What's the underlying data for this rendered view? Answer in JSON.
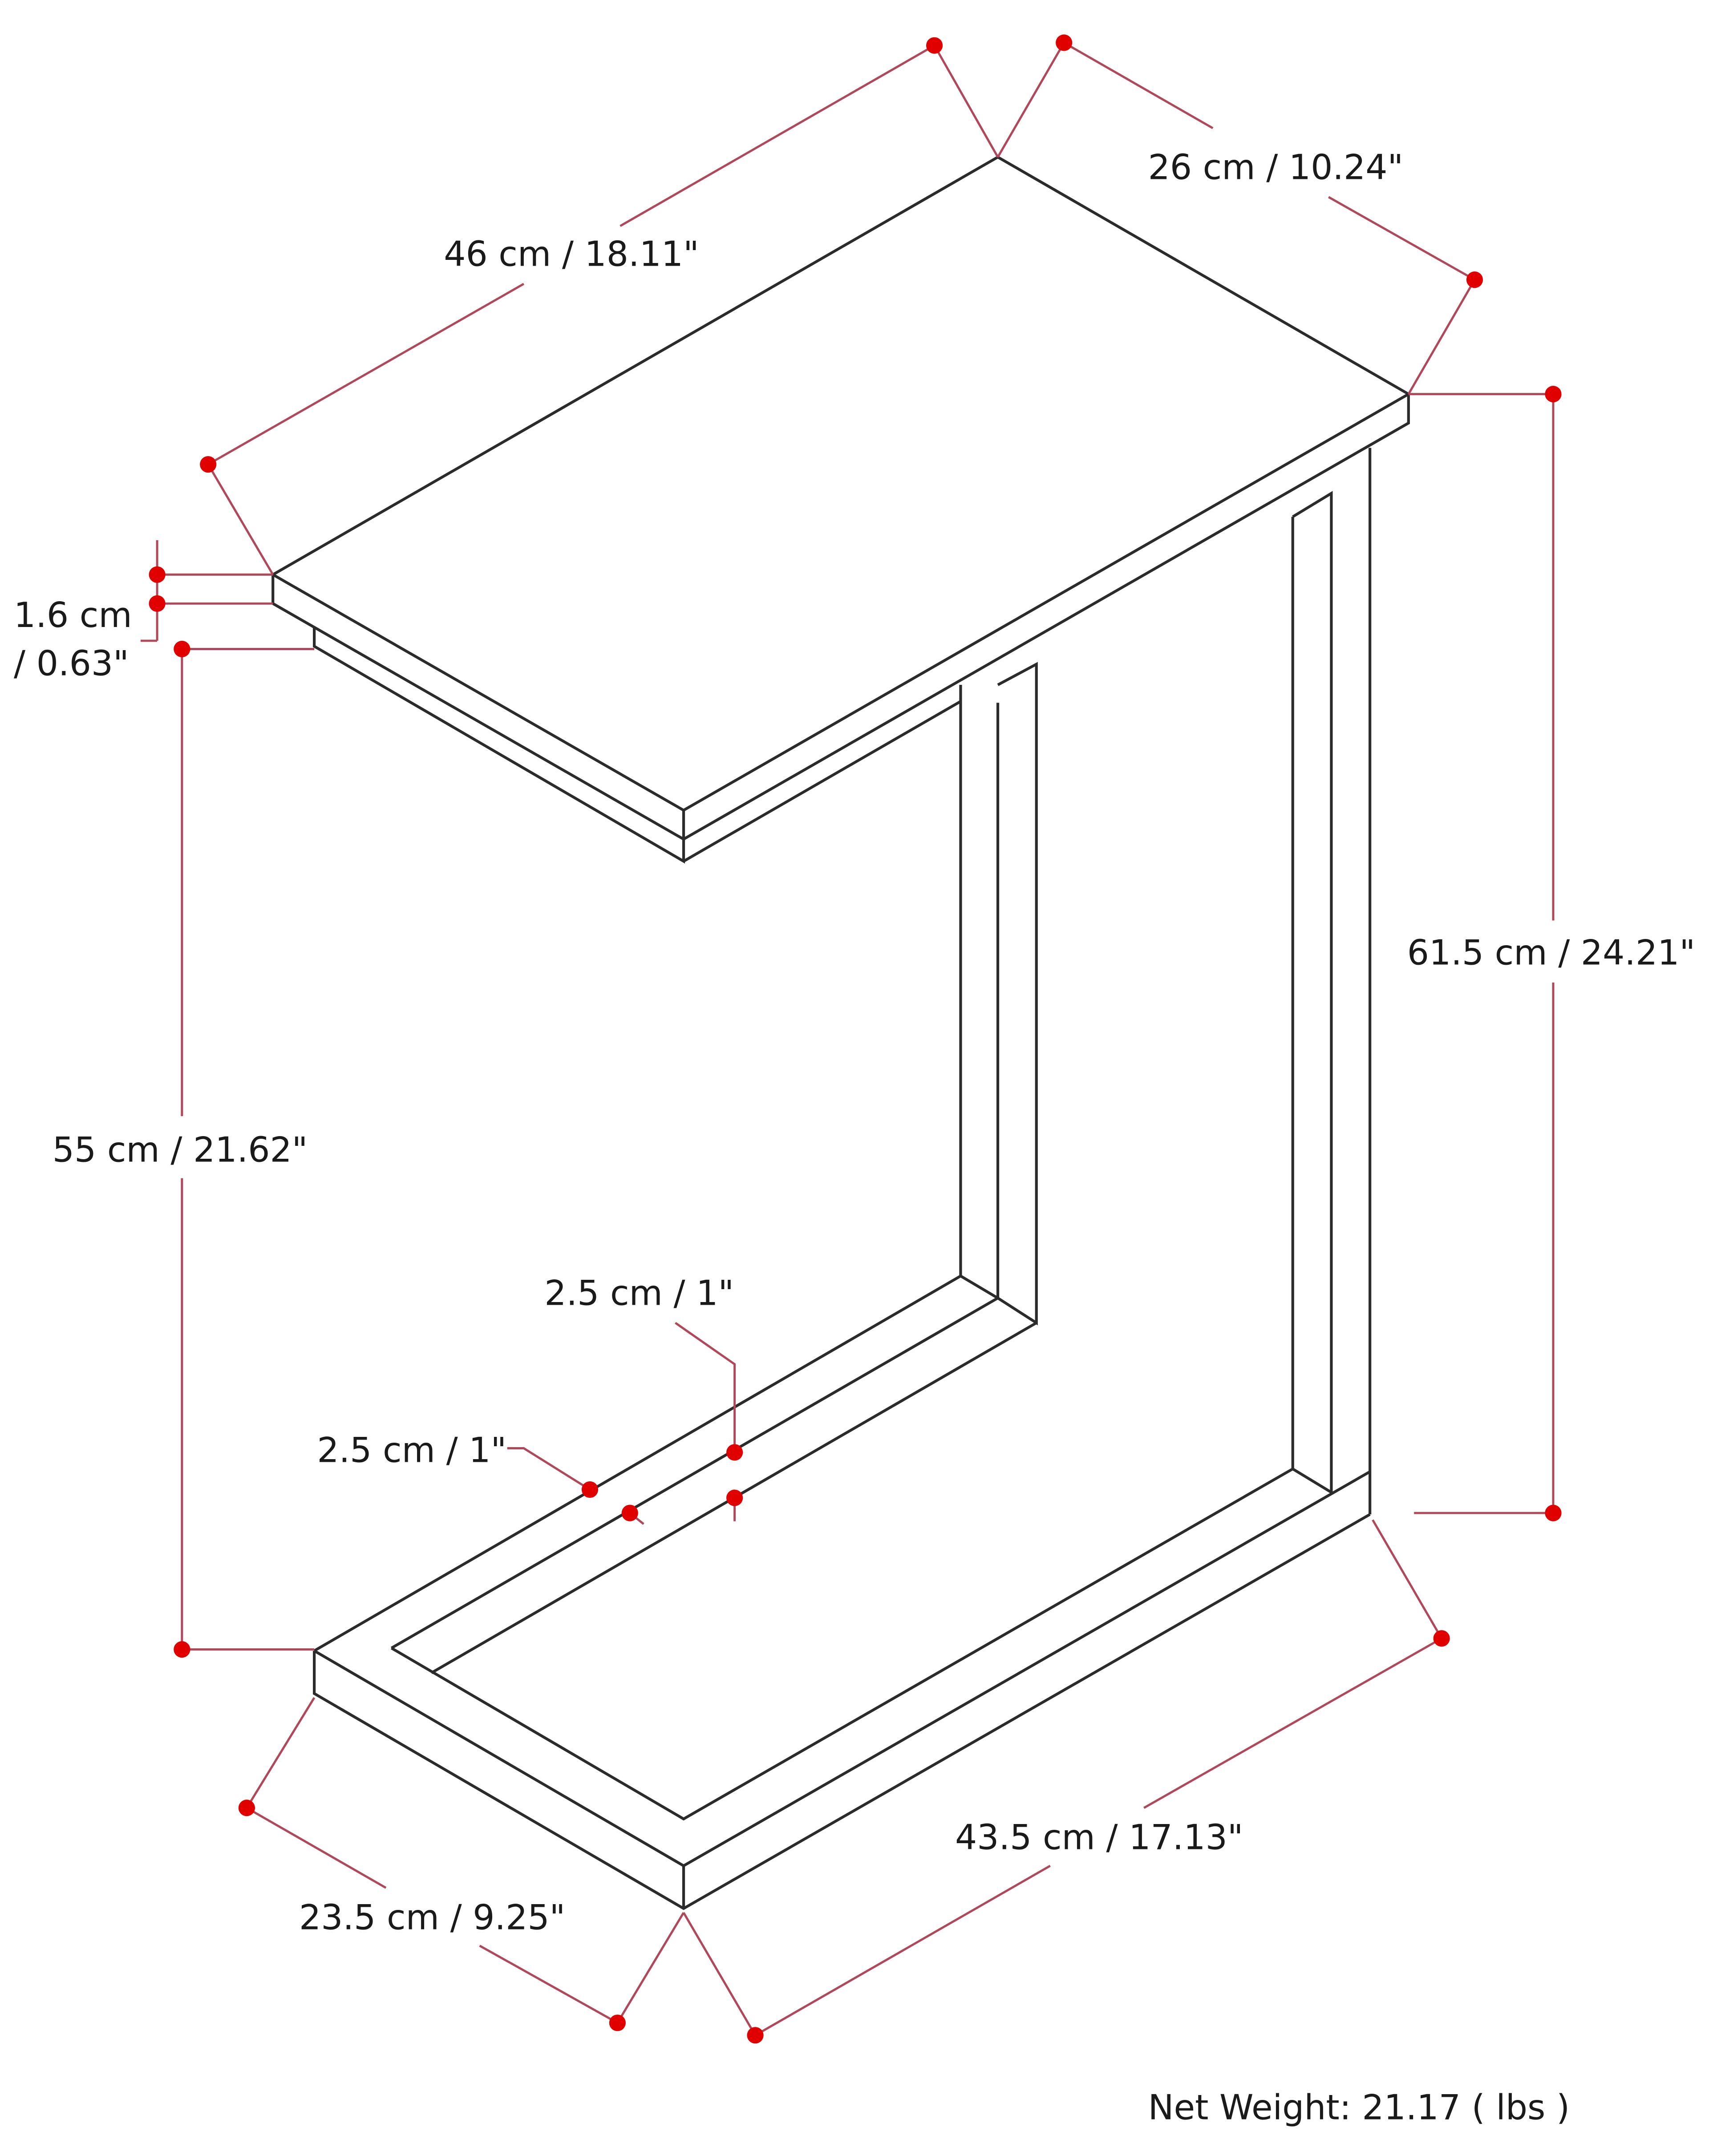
{
  "diagram": {
    "subject": "C-shaped side table dimension drawing",
    "colors": {
      "outline": "#2b2b2b",
      "dimension_line": "#b0485a",
      "marker": "#e00000",
      "text": "#1a1a1a",
      "background": "#ffffff"
    },
    "dimensions": {
      "top_length": "46 cm / 18.11\"",
      "top_depth": "26 cm  / 10.24\"",
      "top_thickness_line1": "1.6 cm",
      "top_thickness_line2": "/ 0.63\"",
      "total_height": "61.5 cm / 24.21\"",
      "clearance_height": "55 cm / 21.62\"",
      "tube_width_a": "2.5 cm / 1\"",
      "tube_width_b": "2.5 cm / 1\"",
      "base_depth": "23.5 cm / 9.25\"",
      "base_length": "43.5 cm / 17.13\""
    },
    "footer": {
      "net_weight": "Net Weight: 21.17 ( lbs )"
    }
  }
}
